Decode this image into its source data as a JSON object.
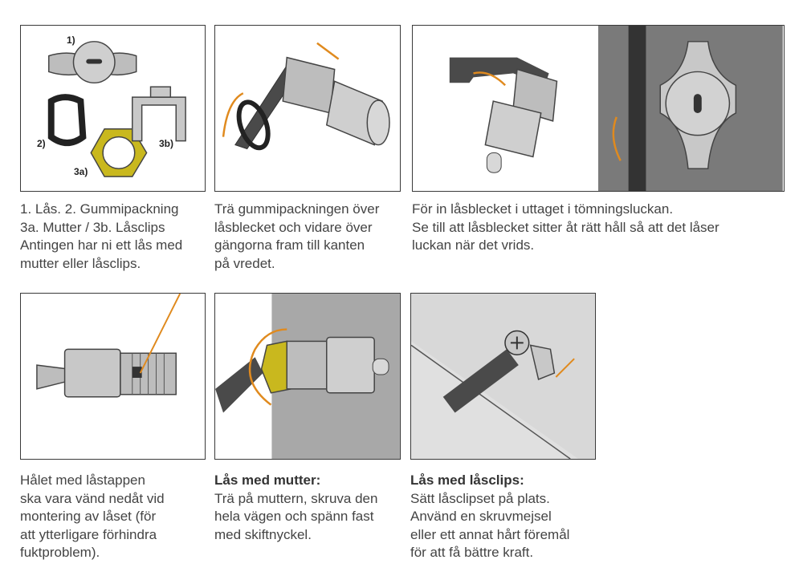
{
  "panels": {
    "parts": {
      "labels": {
        "lock": "1)",
        "gasket": "2)",
        "nut": "3a)",
        "clip": "3b)"
      },
      "caption": [
        "1. Lås. 2. Gummipackning",
        "3a. Mutter / 3b. Låsclips",
        "Antingen har ni ett lås med",
        "mutter eller låsclips."
      ]
    },
    "gasket": {
      "caption": [
        "Trä gummipackningen över",
        "låsblecket och vidare över",
        "gängorna fram till kanten",
        "på vredet."
      ]
    },
    "insert": {
      "caption": [
        "För in låsblecket i uttaget i tömningsluckan.",
        "Se till att låsblecket sitter åt rätt håll så att det låser",
        "luckan när det vrids."
      ]
    },
    "hole": {
      "caption": [
        "Hålet med låstappen",
        "ska vara vänd nedåt vid",
        "montering av låset (för",
        "att ytterligare förhindra",
        "fuktproblem)."
      ]
    },
    "nut": {
      "title": "Lås med mutter:",
      "caption": [
        "Trä på muttern, skruva den",
        "hela vägen och spänn fast",
        "med skiftnyckel."
      ]
    },
    "clip": {
      "title": "Lås med låsclips:",
      "caption": [
        "Sätt låsclipset på plats.",
        "Använd en skruvmejsel",
        "eller ett annat hårt föremål",
        "för att få bättre kraft."
      ]
    }
  },
  "colors": {
    "accent": "#e08a1e",
    "nut": "#c9b81e",
    "metal": "#c8c8c8",
    "dark": "#4a4a4a",
    "door": "#7a7a7a"
  }
}
